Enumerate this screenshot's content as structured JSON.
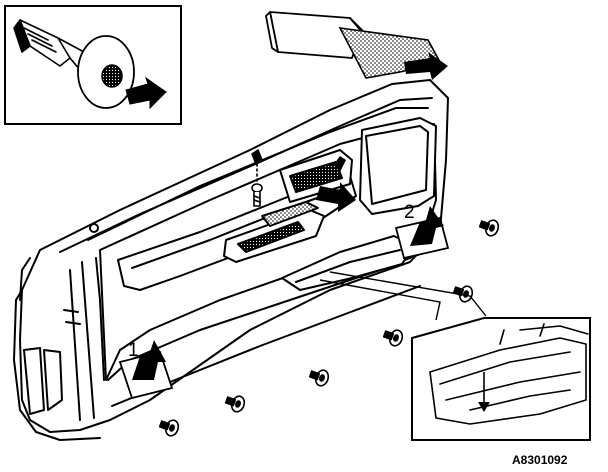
{
  "diagram": {
    "figure_code": "A8301092",
    "step_labels": [
      {
        "id": "step-1",
        "text": "1"
      },
      {
        "id": "step-2",
        "text": "2"
      }
    ],
    "ink_color": "#000000",
    "background_color": "#ffffff"
  }
}
